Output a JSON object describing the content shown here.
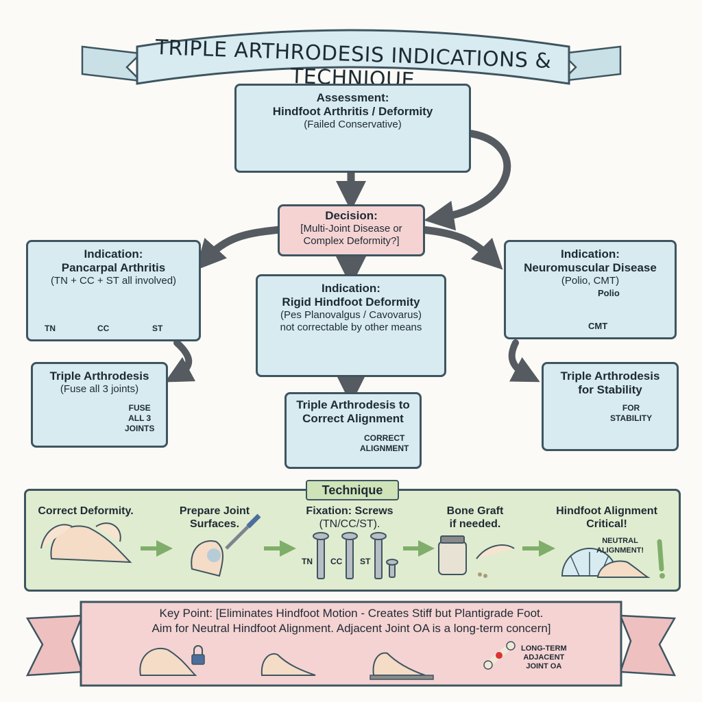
{
  "banner": {
    "title": "TRIPLE ARTHRODESIS INDICATIONS & TECHNIQUE"
  },
  "assessment": {
    "line1": "Assessment:",
    "line2": "Hindfoot Arthritis / Deformity",
    "line3": "(Failed Conservative)"
  },
  "decision": {
    "line1": "Decision:",
    "line2": "[Multi-Joint Disease or",
    "line3": "Complex Deformity?]"
  },
  "left": {
    "line1": "Indication:",
    "line2": "Pancarpal Arthritis",
    "line3": "(TN + CC + ST all involved)",
    "joints": [
      "TN",
      "CC",
      "ST"
    ],
    "outcome": {
      "line1": "Triple Arthrodesis",
      "line2": "(Fuse all 3 joints)",
      "note": [
        "FUSE",
        "ALL 3",
        "JOINTS"
      ]
    }
  },
  "center": {
    "line1": "Indication:",
    "line2": "Rigid Hindfoot Deformity",
    "line3": "(Pes Planovalgus / Cavovarus)",
    "line4": "not correctable by other means",
    "outcome": {
      "line1": "Triple Arthrodesis to",
      "line2": "Correct Alignment",
      "note": [
        "CORRECT",
        "ALIGNMENT"
      ]
    }
  },
  "right": {
    "line1": "Indication:",
    "line2": "Neuromuscular Disease",
    "line3": "(Polio, CMT)",
    "tags": [
      "Polio",
      "CMT"
    ],
    "outcome": {
      "line1": "Triple Arthrodesis",
      "line2": "for Stability",
      "note": [
        "FOR",
        "STABILITY"
      ]
    }
  },
  "technique": {
    "title": "Technique",
    "steps": [
      {
        "line1": "Correct Deformity.",
        "line2": ""
      },
      {
        "line1": "Prepare Joint",
        "line2": "Surfaces."
      },
      {
        "line1": "Fixation: Screws",
        "line2": "(TN/CC/ST)."
      },
      {
        "line1": "Bone Graft",
        "line2": "if needed."
      },
      {
        "line1": "Hindfoot Alignment",
        "line2": "Critical!"
      }
    ],
    "screw_labels": [
      "TN",
      "CC",
      "ST"
    ],
    "neutral": [
      "NEUTRAL",
      "ALIGNMENT!"
    ]
  },
  "keypoint": {
    "line1": "Key Point: [Eliminates Hindfoot Motion - Creates Stiff but Plantigrade Foot.",
    "line2": "Aim for Neutral Hindfoot Alignment. Adjacent Joint OA is a long-term concern]",
    "note": [
      "LONG-TERM",
      "ADJACENT",
      "JOINT OA"
    ]
  },
  "colors": {
    "blue": "#d7ebf0",
    "pink": "#f5d3d3",
    "green": "#e0ecd0",
    "arrow": "#555b60",
    "border": "#3e5560"
  }
}
